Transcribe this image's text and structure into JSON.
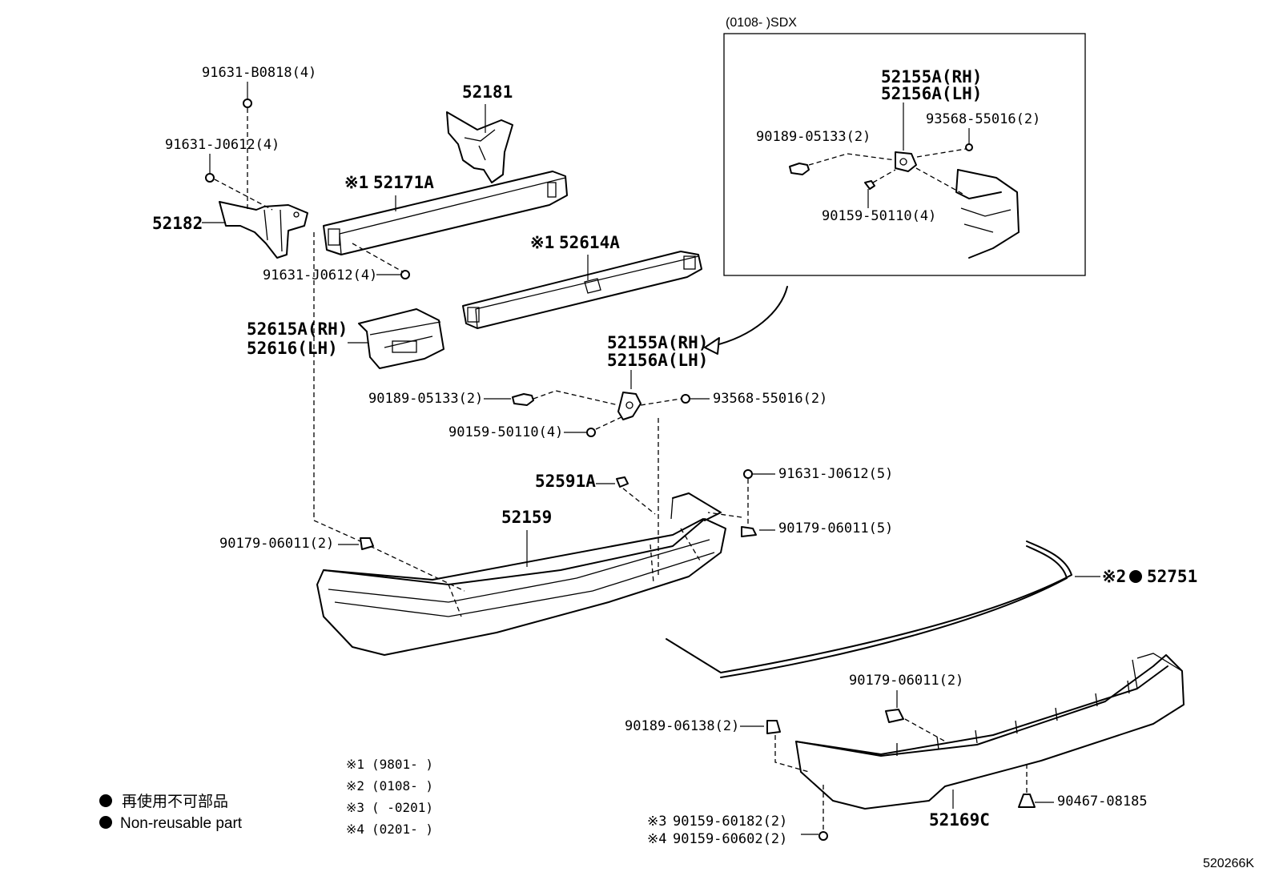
{
  "inset": {
    "title": "(0108-    )SDX",
    "labels": {
      "bracket_rh": "52155A(RH)",
      "bracket_lh": "52156A(LH)",
      "clip": "90189-05133(2)",
      "nut": "93568-55016(2)",
      "bolt": "90159-50110(4)"
    }
  },
  "parts": {
    "p91631_b0818": "91631-B0818(4)",
    "p91631_j0612_top": "91631-J0612(4)",
    "p52182": "52182",
    "p52181": "52181",
    "p52171a_mark": "※1",
    "p52171a": "52171A",
    "p91631_j0612_mid": "91631-J0612(4)",
    "p52614a_mark": "※1",
    "p52614a": "52614A",
    "p52615a": "52615A(RH)",
    "p52616": "52616(LH)",
    "p52155a": "52155A(RH)",
    "p52156a": "52156A(LH)",
    "p90189_05133": "90189-05133(2)",
    "p93568_55016": "93568-55016(2)",
    "p90159_50110": "90159-50110(4)",
    "p52591a": "52591A",
    "p91631_j0612_5": "91631-J0612(5)",
    "p52159": "52159",
    "p90179_06011_5": "90179-06011(5)",
    "p90179_06011_2_left": "90179-06011(2)",
    "p52751_mark": "※2",
    "p52751": "52751",
    "p90179_06011_2_lower": "90179-06011(2)",
    "p90189_06138": "90189-06138(2)",
    "p52169c": "52169C",
    "p90467_08185": "90467-08185",
    "p90159_60182_mark": "※3",
    "p90159_60182": "90159-60182(2)",
    "p90159_60602_mark": "※4",
    "p90159_60602": "90159-60602(2)"
  },
  "notes": [
    {
      "mark": "※1",
      "text": "(9801-     )"
    },
    {
      "mark": "※2",
      "text": "(0108-     )"
    },
    {
      "mark": "※3",
      "text": "(       -0201)"
    },
    {
      "mark": "※4",
      "text": "(0201-     )"
    }
  ],
  "legend": {
    "jp": "再使用不可部品",
    "en": "Non-reusable part"
  },
  "diagram_id": "520266K"
}
